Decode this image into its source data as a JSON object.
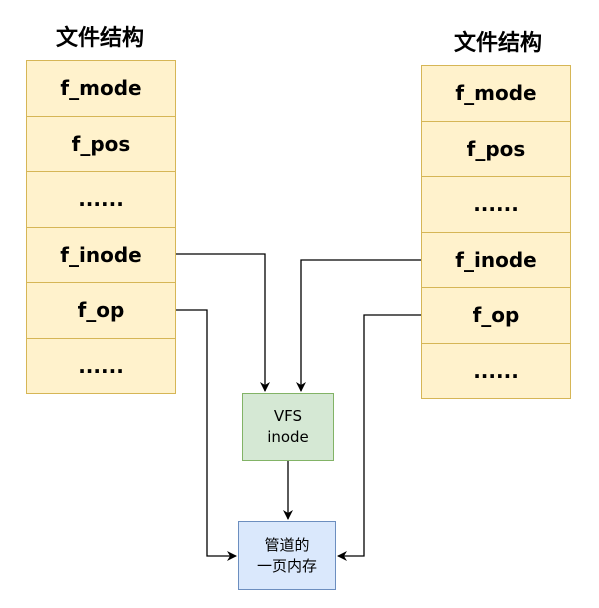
{
  "left_struct": {
    "title": "文件结构",
    "fields": [
      "f_mode",
      "f_pos",
      "......",
      "f_inode",
      "f_op",
      "......"
    ]
  },
  "right_struct": {
    "title": "文件结构",
    "fields": [
      "f_mode",
      "f_pos",
      "......",
      "f_inode",
      "f_op",
      "......"
    ]
  },
  "vfs_inode": {
    "line1": "VFS",
    "line2": "inode"
  },
  "pipe_page": {
    "line1": "管道的",
    "line2": "一页内存"
  },
  "colors": {
    "struct_fill": "#fff2cc",
    "struct_border": "#d6b656",
    "vfs_fill": "#d5e8d4",
    "vfs_border": "#82b366",
    "pipe_fill": "#dae8fc",
    "pipe_border": "#6c8ebf"
  }
}
